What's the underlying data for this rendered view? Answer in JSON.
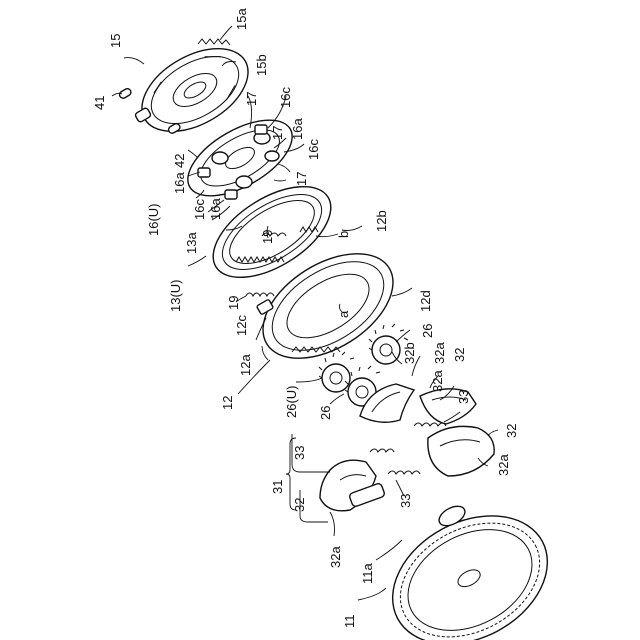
{
  "labels": {
    "l15": "15",
    "l15a": "15a",
    "l15b": "15b",
    "l41": "41",
    "l42": "42",
    "l17a": "17",
    "l17b": "17",
    "l17c": "17",
    "l16c1": "16c",
    "l16c2": "16c",
    "l16c3": "16c",
    "l16a1": "16a",
    "l16a2": "16a",
    "l16a3": "16a",
    "l16u": "16(U)",
    "l13a": "13a",
    "l13u": "13(U)",
    "l19a": "19",
    "l19b": "19",
    "l12b": "12b",
    "lb": "b",
    "la": "a",
    "l12d": "12d",
    "l12c": "12c",
    "l12a": "12a",
    "l12": "12",
    "l26a": "26",
    "l26b": "26",
    "l26u": "26(U)",
    "l32b": "32b",
    "l32a1": "32a",
    "l32a2": "32a",
    "l32a3": "32a",
    "l32_1": "32",
    "l32_2": "32",
    "l32_3": "32",
    "l33_1": "33",
    "l33_2": "33",
    "l33_3": "33",
    "l31": "31",
    "l11a": "11a",
    "l11": "11"
  }
}
